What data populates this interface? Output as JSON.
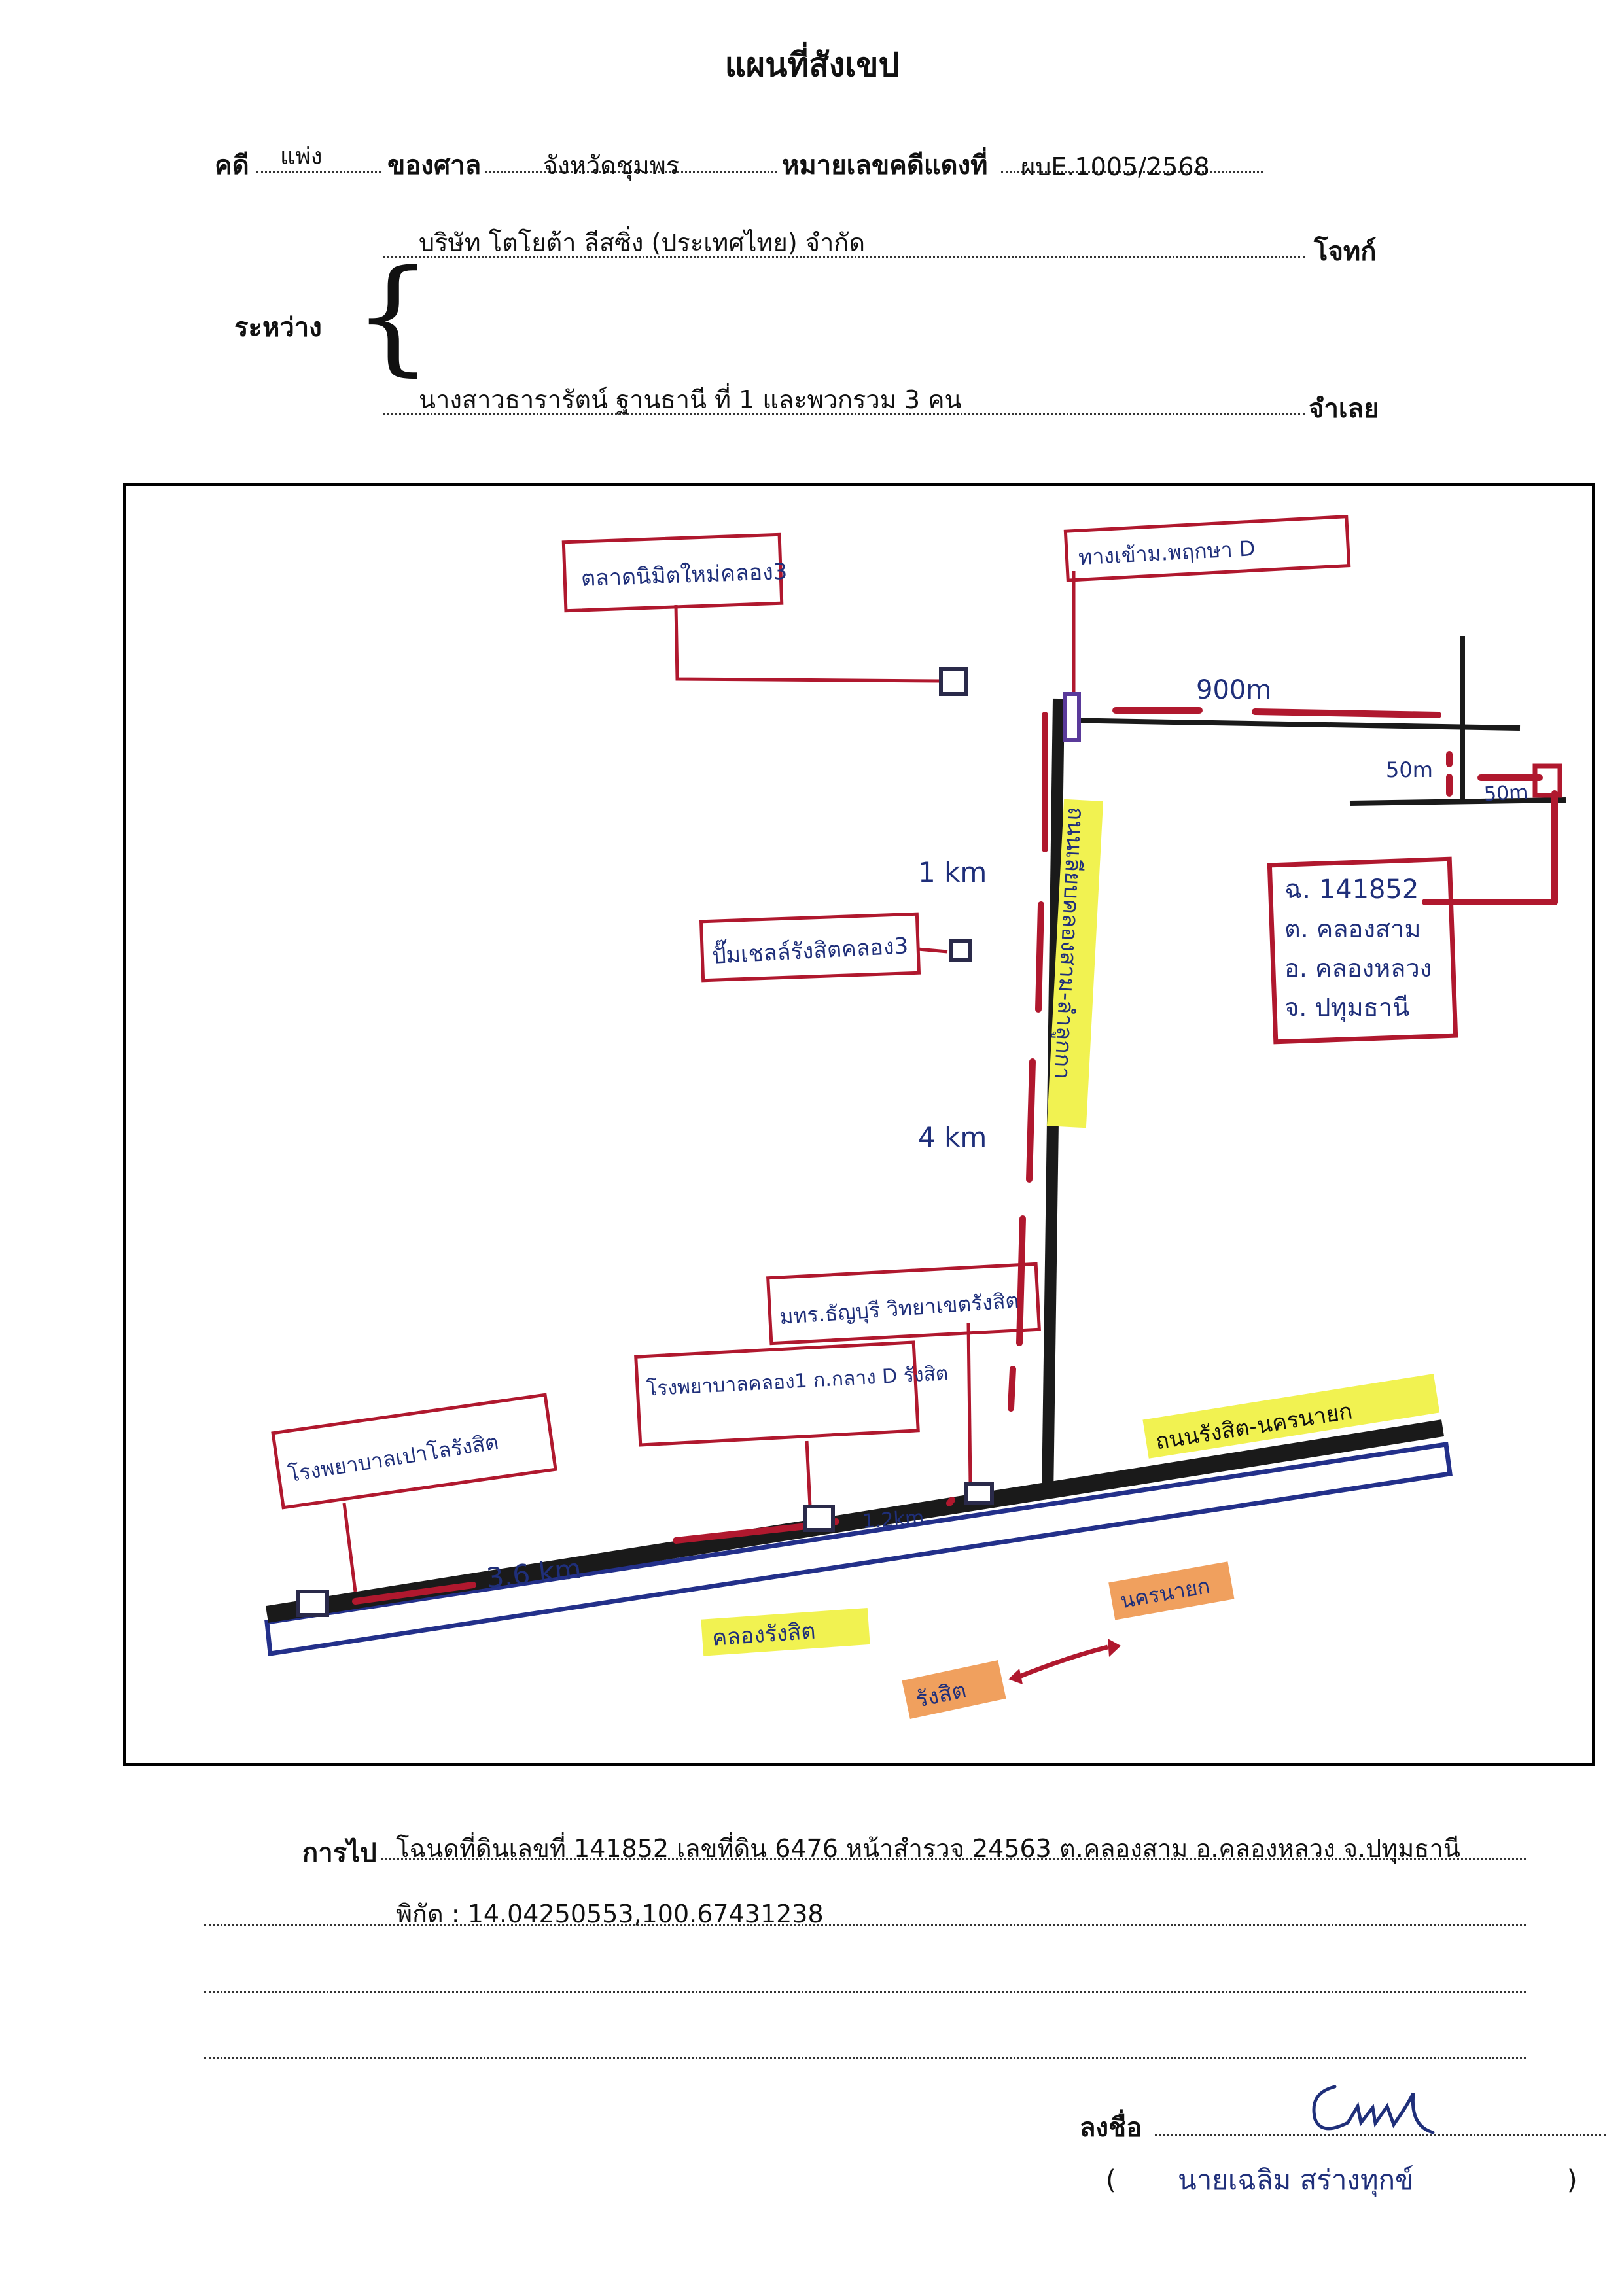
{
  "title": "แผนที่สังเขป",
  "case": {
    "case_label": "คดี",
    "case_type": "แพ่ง",
    "court_label": "ของศาล",
    "court": "จังหวัดชุมพร",
    "red_no_label": "หมายเลขคดีแดงที่",
    "red_no": "ผบE.1005/2568"
  },
  "parties": {
    "between_label": "ระหว่าง",
    "plaintiff": "บริษัท โตโยต้า ลีสซิ่ง (ประเทศไทย) จำกัด",
    "plaintiff_label": "โจทก์",
    "defendant": "นางสาวธารารัตน์ ฐานธานี ที่ 1 และพวกรวม 3 คน",
    "defendant_label": "จำเลย"
  },
  "map": {
    "labels": {
      "market": "ตลาดนิมิตใหม่คลอง3",
      "junction": "ทางเข้าม.พฤกษา D",
      "station": "ปั๊มเชลล์รังสิตคลอง3",
      "university": "มทร.ธัญบุรี วิทยาเขตรังสิต",
      "school": "โรงพยาบาลคลอง1 ก.กลาง D รังสิต",
      "hospital": "โรงพยาบาลเปาโลรังสิต",
      "parcel": [
        "ฉ. 141852",
        "ต. คลองสาม",
        "อ. คลองหลวง",
        "จ. ปทุมธานี"
      ],
      "road_vertical": "ถนนเลียบคลองสาม-ลำลูกกา",
      "road_horizontal": "ถนนรังสิต-นครนายก",
      "canal": "คลองรังสิต",
      "dir_left": "รังสิต",
      "dir_right": "นครนายก"
    },
    "distances": {
      "d900": "900m",
      "d50a": "50m",
      "d50b": "50m",
      "d1": "1 km",
      "d4": "4 km",
      "d12": "1.2km",
      "d36": "3.6 km"
    }
  },
  "directions": {
    "label": "การไป",
    "line1": "โฉนดที่ดินเลขที่ 141852 เลขที่ดิน 6476 หน้าสำรวจ 24563 ต.คลองสาม อ.คลองหลวง จ.ปทุมธานี",
    "line2": "พิกัด : 14.04250553,100.67431238"
  },
  "signature": {
    "sign_label": "ลงชื่อ",
    "name": "นายเฉลิม สร่างทุกข์",
    "paren_open": "(",
    "paren_close": ")"
  },
  "colors": {
    "road": "#1a1a1a",
    "route": "#b0182e",
    "canal": "#23308a",
    "highlight_yellow": "#f1f251",
    "highlight_orange": "#f0a05e",
    "ink_blue": "#1f2f7a"
  }
}
